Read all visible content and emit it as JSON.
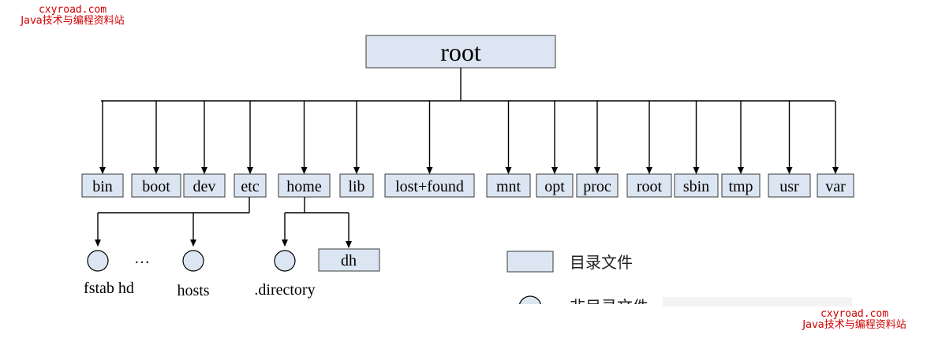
{
  "watermark": {
    "site": "cxyroad.com",
    "tagline": "Java技术与编程资料站"
  },
  "tree": {
    "root": "root",
    "dirs": [
      "bin",
      "boot",
      "dev",
      "etc",
      "home",
      "lib",
      "lost+found",
      "mnt",
      "opt",
      "proc",
      "root",
      "sbin",
      "tmp",
      "usr",
      "var"
    ],
    "etc_children": {
      "files": [
        "fstab hd",
        "hosts"
      ],
      "ellipsis": "…"
    },
    "home_children": {
      "file": ".directory",
      "dir": "dh"
    }
  },
  "legend": {
    "directory_label": "目录文件",
    "non_directory_label": "非目录文件"
  },
  "colors": {
    "box_fill": "#dce6f2",
    "watermark": "#d00000"
  }
}
